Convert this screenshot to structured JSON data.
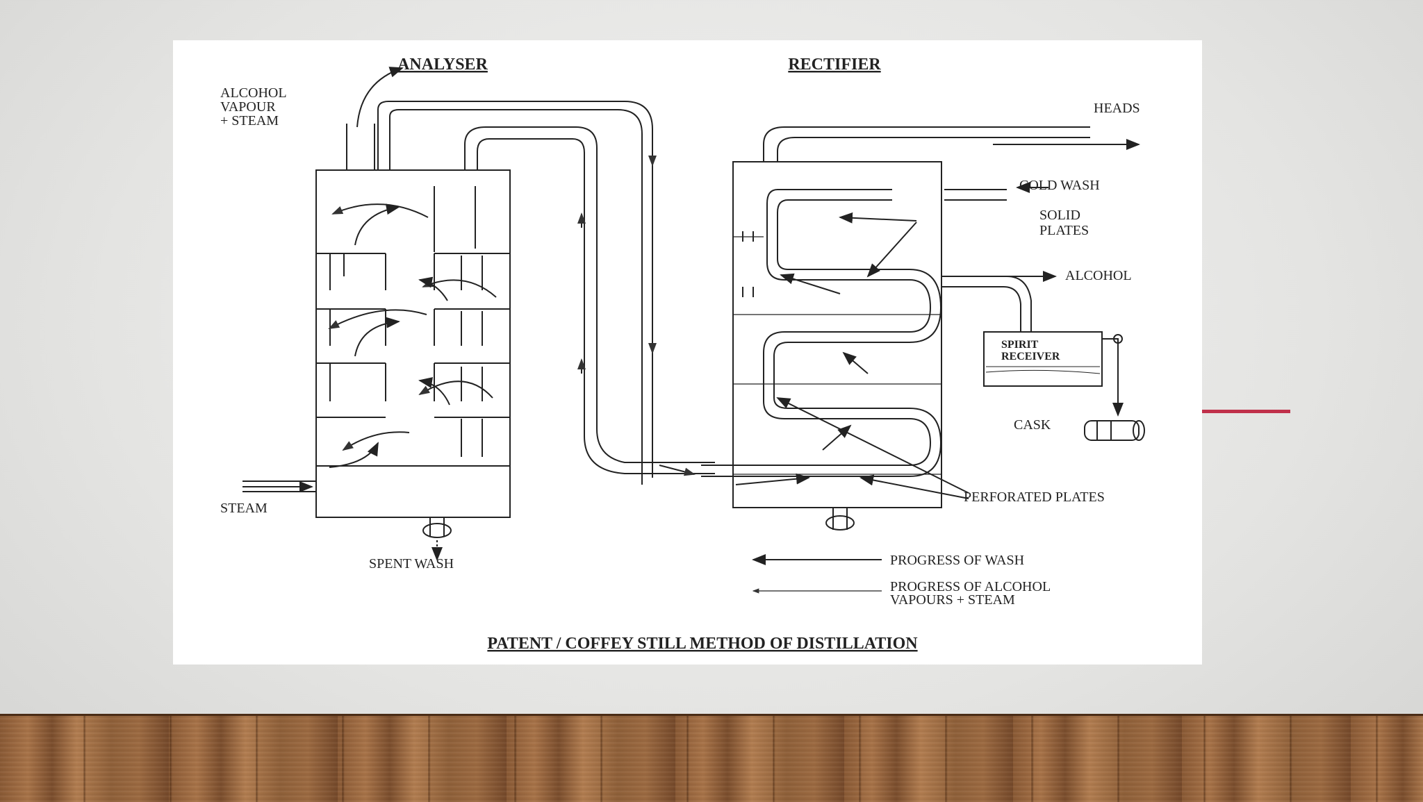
{
  "slide": {
    "accent_color": "#c0304a",
    "diagram": {
      "title_analyser": "ANALYSER",
      "title_rectifier": "RECTIFIER",
      "label_alcohol_vapour_line1": "ALCOHOL",
      "label_alcohol_vapour_line2": "VAPOUR",
      "label_alcohol_vapour_line3": "+ STEAM",
      "label_heads": "HEADS",
      "label_cold_wash": "COLD WASH",
      "label_solid_plates_line1": "SOLID",
      "label_solid_plates_line2": "PLATES",
      "label_alcohol": "ALCOHOL",
      "label_spirit_receiver_line1": "SPIRIT",
      "label_spirit_receiver_line2": "RECEIVER",
      "label_cask": "CASK",
      "label_perforated_plates": "PERFORATED PLATES",
      "label_steam": "STEAM",
      "label_spent_wash": "SPENT WASH",
      "legend_wash": "PROGRESS OF WASH",
      "legend_vapour_line1": "PROGRESS OF ALCOHOL",
      "legend_vapour_line2": "VAPOURS + STEAM",
      "caption": "PATENT / COFFEY STILL METHOD OF DISTILLATION"
    }
  }
}
